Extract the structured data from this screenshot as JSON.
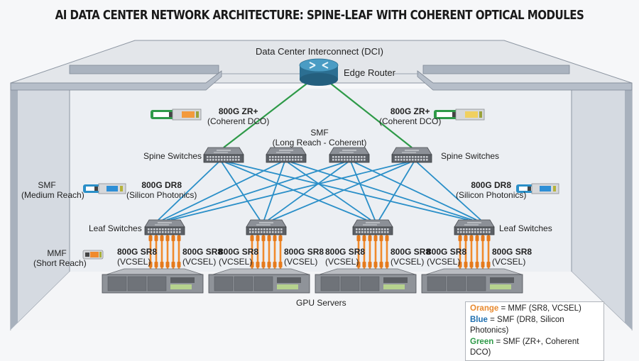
{
  "title": "AI DATA CENTER NETWORK ARCHITECTURE: SPINE-LEAF WITH COHERENT OPTICAL MODULES",
  "dci_label": "Data Center Interconnect (DCI)",
  "edge_router_label": "Edge Router",
  "spine_label_left": "Spine Switches",
  "spine_label_right": "Spine Switches",
  "leaf_label_left": "Leaf Switches",
  "leaf_label_right": "Leaf Switches",
  "gpu_servers_label": "GPU Servers",
  "smf_long": {
    "title": "SMF",
    "sub": "(Long Reach - Coherent)"
  },
  "smf_medium": {
    "title": "SMF",
    "sub": "(Medium Reach)"
  },
  "mmf_short": {
    "title": "MMF",
    "sub": "(Short Reach)"
  },
  "modules": {
    "zr_left": {
      "name": "800G ZR+",
      "tech": "(Coherent DCO)",
      "color": "#f39a3c"
    },
    "zr_right": {
      "name": "800G ZR+",
      "tech": "(Coherent DCO)",
      "color": "#f0d060"
    },
    "dr8_left": {
      "name": "800G DR8",
      "tech": "(Silicon Photonics)",
      "color": "#2e8fd6"
    },
    "dr8_right": {
      "name": "800G DR8",
      "tech": "(Silicon Photonics)",
      "color": "#2e8fd6"
    },
    "sr8": {
      "name": "800G SR8",
      "tech": "(VCSEL)",
      "color": "#f08a2c"
    }
  },
  "sr8_labels": [
    {
      "name": "800G SR8",
      "tech": "(VCSEL)"
    },
    {
      "name": "800G SR8",
      "tech": "(VCSEL)"
    },
    {
      "name": "800G SR8",
      "tech": "(VCSEL)"
    },
    {
      "name": "800G SR8",
      "tech": "(VCSEL)"
    },
    {
      "name": "800G SR8",
      "tech": "(VCSEL)"
    },
    {
      "name": "800G SR8",
      "tech": "(VCSEL)"
    },
    {
      "name": "800G SR8",
      "tech": "(VCSEL)"
    },
    {
      "name": "800G SR8",
      "tech": "(VCSEL)"
    }
  ],
  "topology": {
    "spine_count": 4,
    "leaf_count": 4,
    "server_count": 4,
    "fibers_per_leaf": 6
  },
  "colors": {
    "orange": "#f08a2c",
    "blue": "#2a8fc8",
    "green": "#2e9a48",
    "router": "#2f7fa6"
  },
  "legend": [
    {
      "key": "Orange",
      "desc": "= MMF (SR8, VCSEL)",
      "color": "#e8892e"
    },
    {
      "key": "Blue",
      "desc": "= SMF (DR8, Silicon Photonics)",
      "color": "#1f6fb0"
    },
    {
      "key": "Green",
      "desc": "= SMF (ZR+, Coherent DCO)",
      "color": "#2e9a48"
    }
  ]
}
